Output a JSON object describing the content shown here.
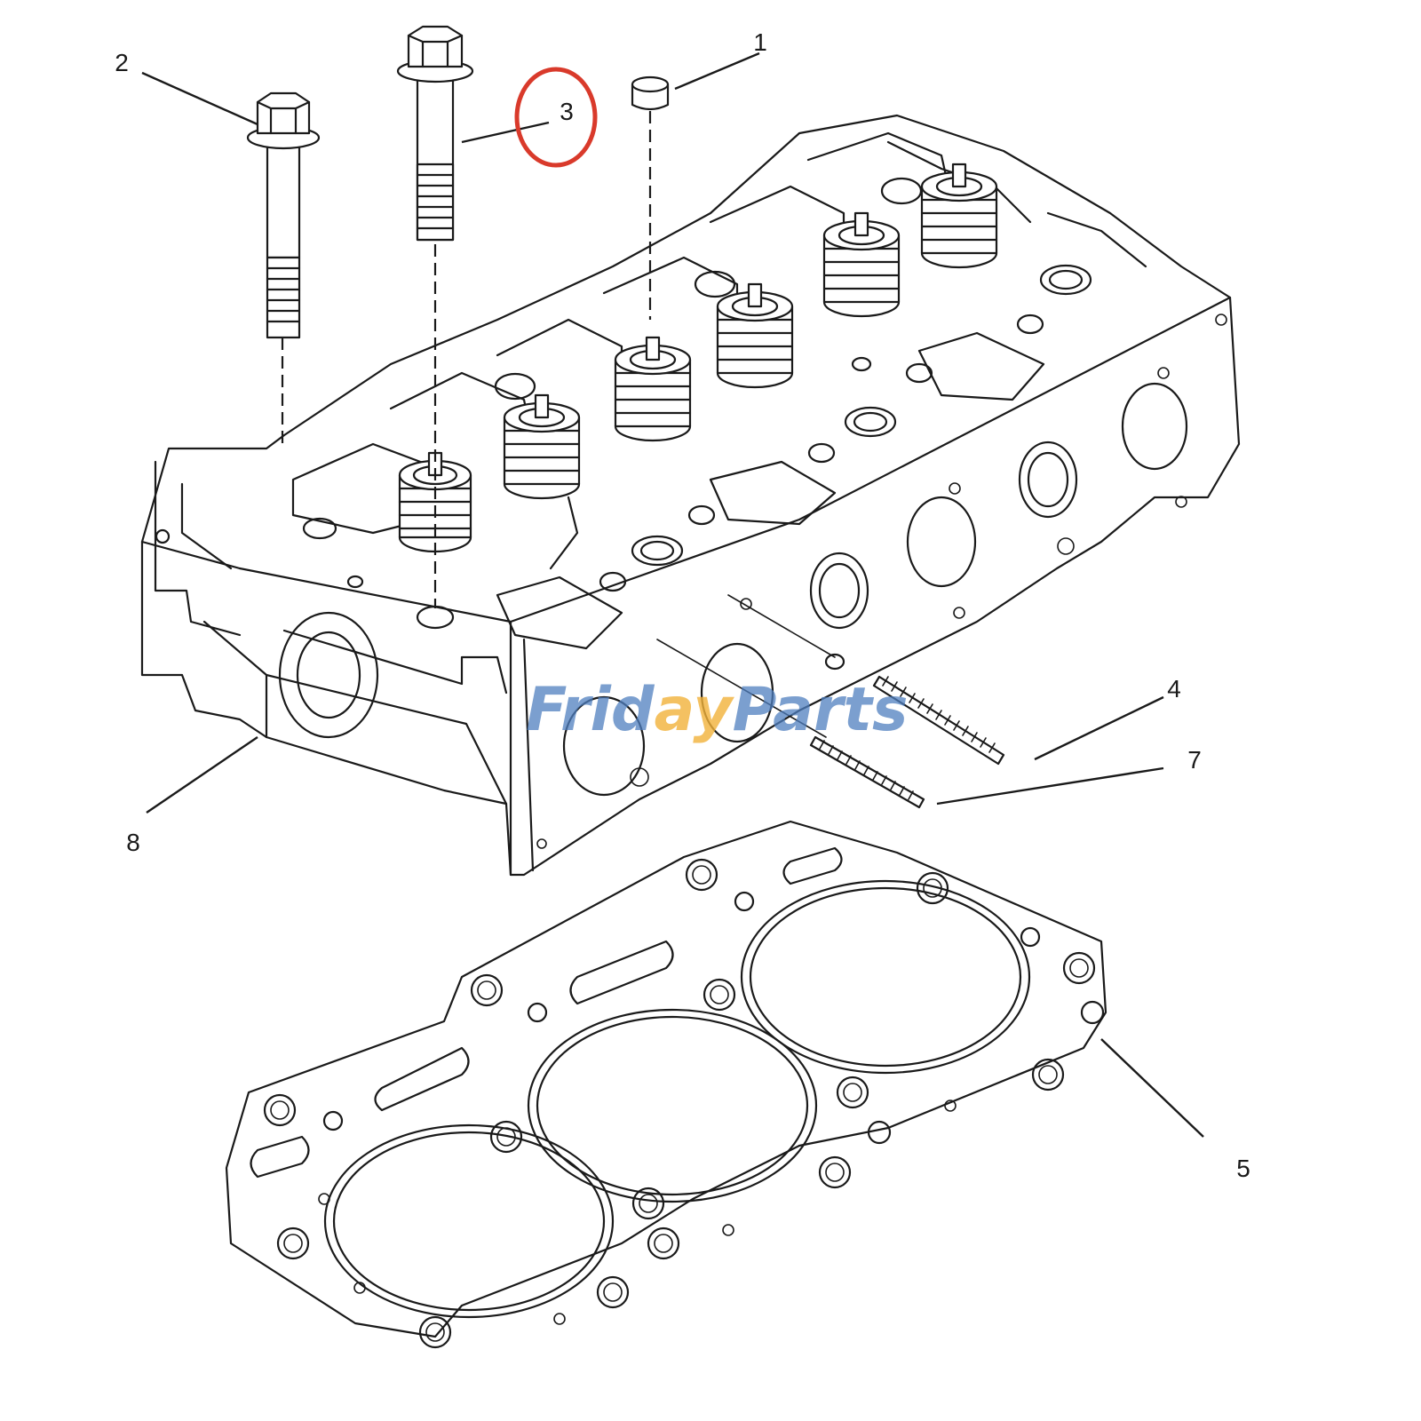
{
  "callouts": {
    "c1": "1",
    "c2": "2",
    "c3": "3",
    "c4": "4",
    "c5": "5",
    "c7": "7",
    "c8": "8"
  },
  "highlight": {
    "target": "3",
    "color": "#d93a2b"
  },
  "watermark": {
    "part1": "Frid",
    "part2": "ay",
    "part3": "Parts",
    "color_primary": "#4f7fbf",
    "color_accent": "#f2b23a"
  }
}
